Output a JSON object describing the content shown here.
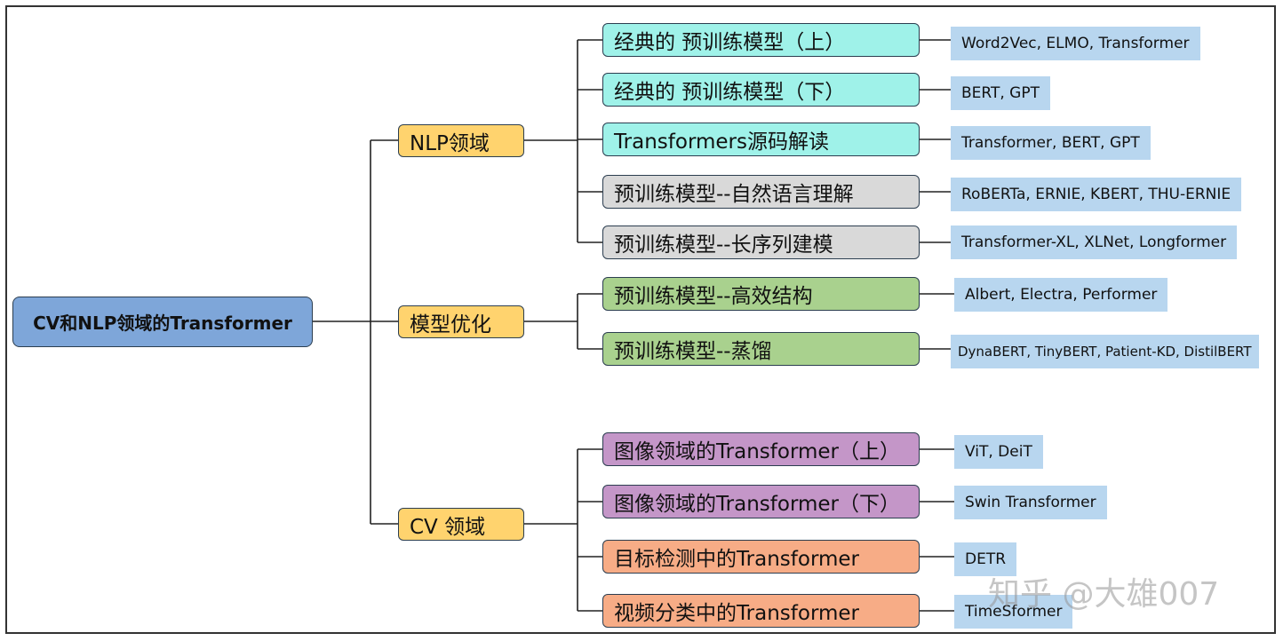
{
  "root": {
    "label": "CV和NLP领域的Transformer"
  },
  "categories": [
    {
      "label": "NLP领域"
    },
    {
      "label": "模型优化"
    },
    {
      "label": "CV 领域"
    }
  ],
  "topics": [
    {
      "label": "经典的 预训练模型（上）",
      "models": "Word2Vec, ELMO, Transformer"
    },
    {
      "label": "经典的 预训练模型（下）",
      "models": "BERT, GPT"
    },
    {
      "label": "Transformers源码解读",
      "models": "Transformer, BERT, GPT"
    },
    {
      "label": "预训练模型--自然语言理解",
      "models": "RoBERTa, ERNIE, KBERT, THU-ERNIE"
    },
    {
      "label": "预训练模型--长序列建模",
      "models": "Transformer-XL, XLNet, Longformer"
    },
    {
      "label": "预训练模型--高效结构",
      "models": "Albert, Electra, Performer"
    },
    {
      "label": "预训练模型--蒸馏",
      "models": "DynaBERT, TinyBERT, Patient-KD, DistilBERT"
    },
    {
      "label": "图像领域的Transformer（上）",
      "models": "ViT, DeiT"
    },
    {
      "label": "图像领域的Transformer（下）",
      "models": "Swin Transformer"
    },
    {
      "label": "目标检测中的Transformer",
      "models": "DETR"
    },
    {
      "label": "视频分类中的Transformer",
      "models": "TimeSformer"
    }
  ],
  "colors": {
    "root": "#7ea6d9",
    "category": "#ffd36e",
    "nlp_classic": "#9ff2e9",
    "nlp_advanced": "#d9d9d9",
    "optimization": "#a9d18e",
    "vision": "#c496c8",
    "video_detection": "#f7ac86",
    "model_list": "#b8d6ef"
  },
  "watermark": "知乎 @大雄007"
}
